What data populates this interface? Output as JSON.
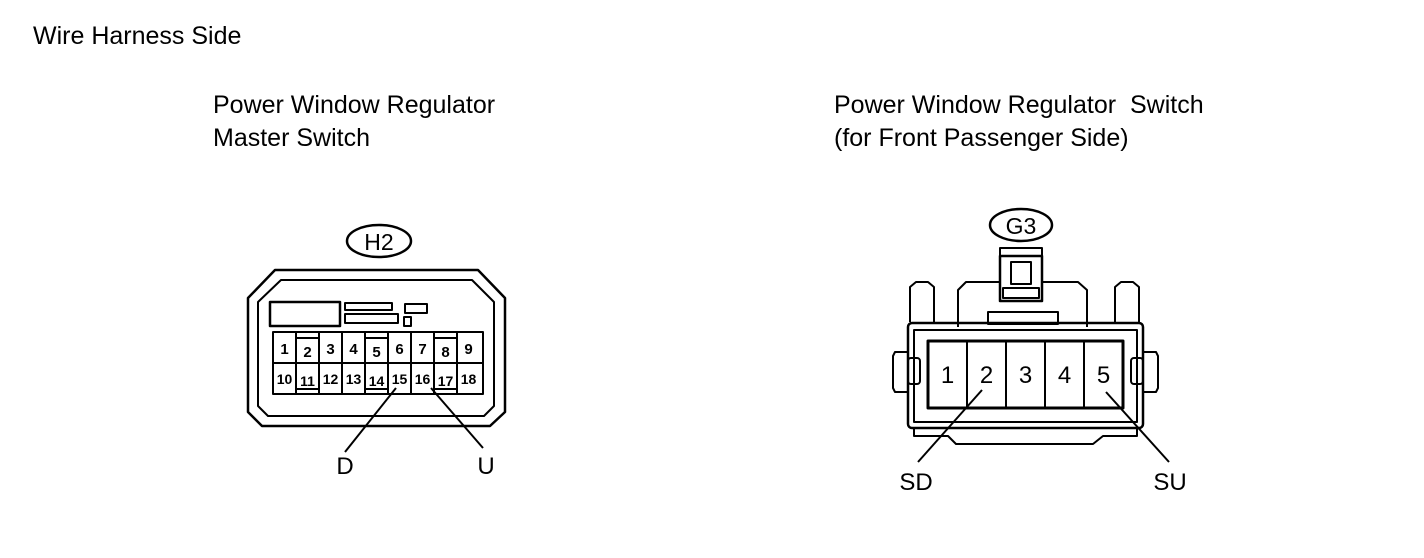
{
  "page_title": "Wire Harness Side",
  "left_connector": {
    "title_line1": "Power Window Regulator",
    "title_line2": "Master Switch",
    "code": "H2",
    "pins_top": [
      "1",
      "2",
      "3",
      "4",
      "5",
      "6",
      "7",
      "8",
      "9"
    ],
    "pins_bottom": [
      "10",
      "11",
      "12",
      "13",
      "14",
      "15",
      "16",
      "17",
      "18"
    ],
    "callout_d": "D",
    "callout_u": "U"
  },
  "right_connector": {
    "title_line1": "Power Window Regulator  Switch",
    "title_line2": "(for Front Passenger Side)",
    "code": "G3",
    "pins": [
      "1",
      "2",
      "3",
      "4",
      "5"
    ],
    "callout_sd": "SD",
    "callout_su": "SU"
  }
}
